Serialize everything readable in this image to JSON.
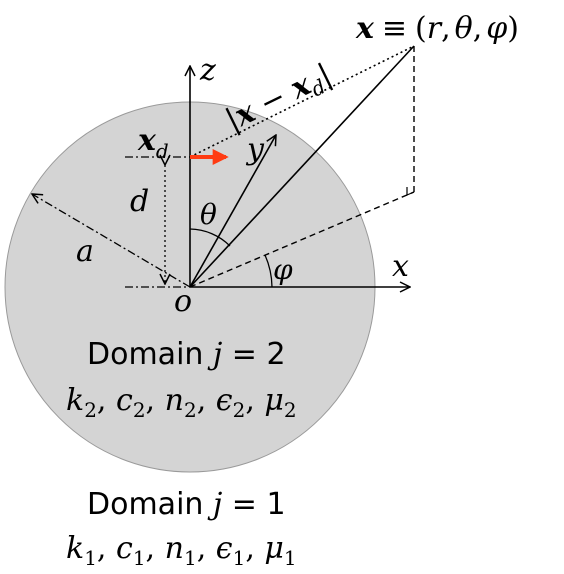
{
  "labels": {
    "point_x": "x",
    "equiv": "≡",
    "coords_open": "(",
    "r": "r",
    "comma1": ",",
    "theta_c": "θ",
    "comma2": ",",
    "phi_c": "φ",
    "coords_close": ")",
    "z_axis": "z",
    "y_axis": "y",
    "x_axis": "x",
    "origin": "o",
    "xd_base": "x",
    "xd_sub": "d",
    "d": "d",
    "a": "a",
    "theta": "θ",
    "phi": "φ",
    "dist_open": "|",
    "dist_x": "x",
    "dist_minus": " − ",
    "dist_xd": "x",
    "dist_sub": "d",
    "dist_close": "|"
  },
  "domain2": {
    "title": "Domain ",
    "j": "j",
    "eq": " = 2",
    "k": "k",
    "k_sub": "2",
    "c": "c",
    "c_sub": "2",
    "n": "n",
    "n_sub": "2",
    "eps": "ϵ",
    "eps_sub": "2",
    "mu": "μ",
    "mu_sub": "2",
    "sep": ", "
  },
  "domain1": {
    "title": "Domain ",
    "j": "j",
    "eq": " = 1",
    "k": "k",
    "k_sub": "1",
    "c": "c",
    "c_sub": "1",
    "n": "n",
    "n_sub": "1",
    "eps": "ϵ",
    "eps_sub": "1",
    "mu": "μ",
    "mu_sub": "1",
    "sep": ", "
  },
  "colors": {
    "sphere_fill": "#d4d4d4",
    "sphere_stroke": "#9a9a9a",
    "dipole_arrow": "#ff3b12",
    "lines": "#000000"
  }
}
